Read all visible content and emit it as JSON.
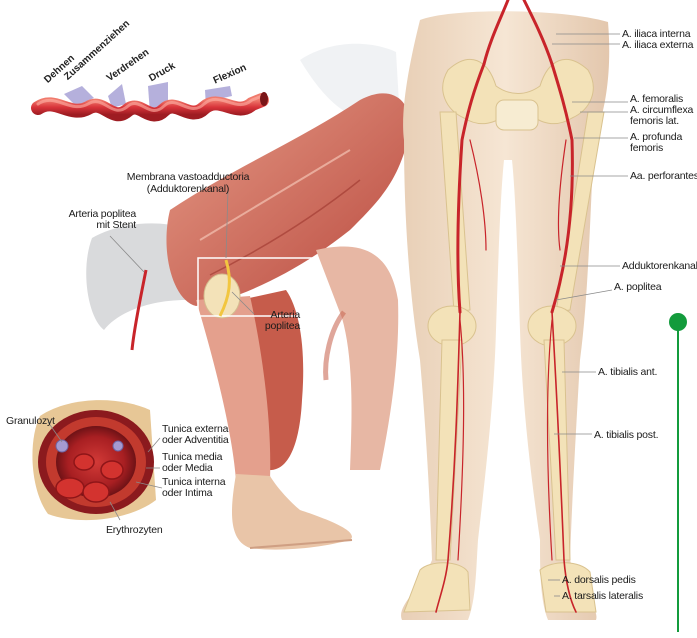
{
  "stress_labels": [
    "Dehnen",
    "Zusammenziehen",
    "Verdrehen",
    "Druck",
    "Flexion"
  ],
  "side_labels": {
    "iliaca_interna": "A. iliaca interna",
    "iliaca_externa": "A. iliaca externa",
    "femoralis": "A. femoralis",
    "circumflexa_1": "A. circumflexa",
    "circumflexa_2": "femoris lat.",
    "profunda_1": "A. profunda",
    "profunda_2": "femoris",
    "perforantes": "Aa. perforantes",
    "adduktorenkanal": "Adduktorenkanal",
    "poplitea": "A. poplitea",
    "tibialis_ant": "A. tibialis ant.",
    "tibialis_post": "A. tibialis post.",
    "dorsalis_pedis": "A. dorsalis pedis",
    "tarsalis": "A. tarsalis lateralis"
  },
  "knee_labels": {
    "membrana_1": "Membrana vastoadductoria",
    "membrana_2": "(Adduktorenkanal)",
    "stent_1": "Arteria poplitea",
    "stent_2": "mit Stent",
    "poplitea_1": "Arteria",
    "poplitea_2": "poplitea"
  },
  "cross_section_labels": {
    "granulozyt": "Granulozyt",
    "externa_1": "Tunica externa",
    "externa_2": "oder Adventitia",
    "media_1": "Tunica media",
    "media_2": "oder Media",
    "interna_1": "Tunica interna",
    "interna_2": "oder Intima",
    "erythrozyten": "Erythrozyten"
  },
  "colors": {
    "artery_red": "#c8242a",
    "muscle": "#cf6e5e",
    "bone": "#f3e2b8",
    "skin": "#f2dcc6",
    "accent_green": "#139b3c"
  }
}
